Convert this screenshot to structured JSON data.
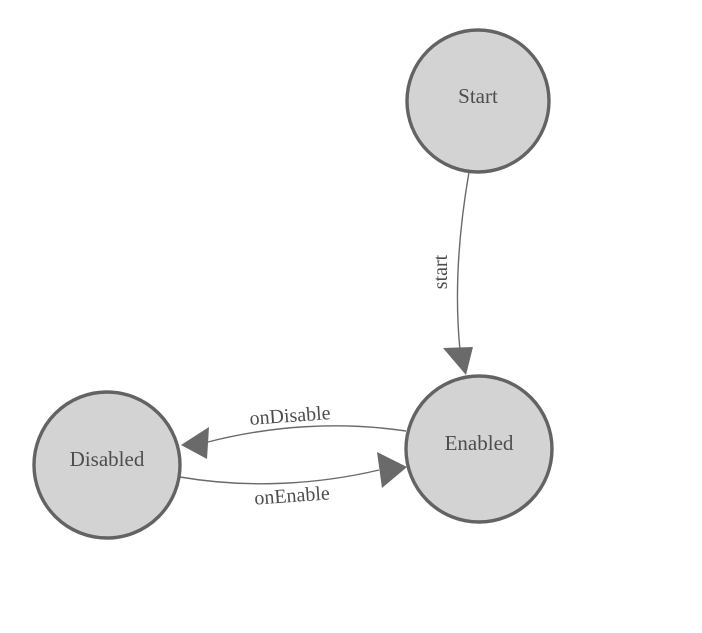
{
  "diagram": {
    "type": "state-machine",
    "colors": {
      "background": "#ffffff",
      "node_fill": "#d3d3d3",
      "node_stroke": "#636363",
      "edge_color": "#6a6a6a",
      "label_color": "#4d4d4d"
    },
    "nodes": [
      {
        "id": "start",
        "label": "Start"
      },
      {
        "id": "enabled",
        "label": "Enabled"
      },
      {
        "id": "disabled",
        "label": "Disabled"
      }
    ],
    "edges": [
      {
        "id": "start-to-enabled",
        "from": "Start",
        "to": "Enabled",
        "label": "start"
      },
      {
        "id": "enabled-to-disabled",
        "from": "Enabled",
        "to": "Disabled",
        "label": "onDisable"
      },
      {
        "id": "disabled-to-enabled",
        "from": "Disabled",
        "to": "Enabled",
        "label": "onEnable"
      }
    ]
  }
}
